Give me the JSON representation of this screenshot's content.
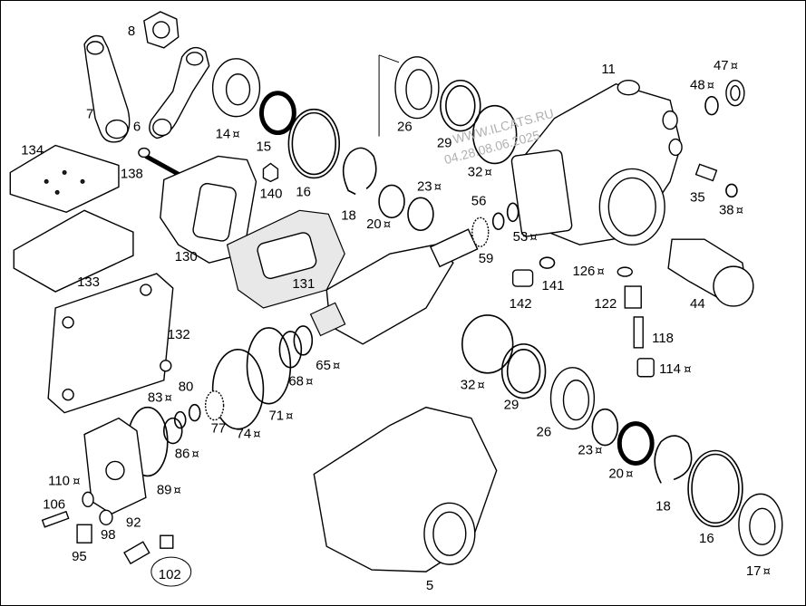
{
  "watermark": {
    "site": "WWW.ILCATS.RU",
    "date": "04.28.08.06.2025"
  },
  "parts": [
    {
      "id": "p8",
      "label": "8",
      "marked": false
    },
    {
      "id": "p7",
      "label": "7",
      "marked": false
    },
    {
      "id": "p6",
      "label": "6",
      "marked": false
    },
    {
      "id": "p14",
      "label": "14",
      "marked": true
    },
    {
      "id": "p15",
      "label": "15",
      "marked": false
    },
    {
      "id": "p16a",
      "label": "16",
      "marked": false
    },
    {
      "id": "p18a",
      "label": "18",
      "marked": false
    },
    {
      "id": "p26a",
      "label": "26",
      "marked": false
    },
    {
      "id": "p29a",
      "label": "29",
      "marked": false
    },
    {
      "id": "p32a",
      "label": "32",
      "marked": true
    },
    {
      "id": "p11",
      "label": "11",
      "marked": false
    },
    {
      "id": "p47",
      "label": "47",
      "marked": true
    },
    {
      "id": "p48",
      "label": "48",
      "marked": true
    },
    {
      "id": "p134",
      "label": "134",
      "marked": false
    },
    {
      "id": "p138",
      "label": "138",
      "marked": false
    },
    {
      "id": "p140",
      "label": "140",
      "marked": false
    },
    {
      "id": "p23a",
      "label": "23",
      "marked": true
    },
    {
      "id": "p20a",
      "label": "20",
      "marked": true
    },
    {
      "id": "p56",
      "label": "56",
      "marked": false
    },
    {
      "id": "p53",
      "label": "53",
      "marked": true
    },
    {
      "id": "p35",
      "label": "35",
      "marked": false
    },
    {
      "id": "p38",
      "label": "38",
      "marked": true
    },
    {
      "id": "p130",
      "label": "130",
      "marked": false
    },
    {
      "id": "p59",
      "label": "59",
      "marked": false
    },
    {
      "id": "p126",
      "label": "126",
      "marked": true
    },
    {
      "id": "p133",
      "label": "133",
      "marked": false
    },
    {
      "id": "p131",
      "label": "131",
      "marked": false
    },
    {
      "id": "p141",
      "label": "141",
      "marked": false
    },
    {
      "id": "p142",
      "label": "142",
      "marked": false
    },
    {
      "id": "p122",
      "label": "122",
      "marked": false
    },
    {
      "id": "p44",
      "label": "44",
      "marked": false
    },
    {
      "id": "p132",
      "label": "132",
      "marked": false
    },
    {
      "id": "p118",
      "label": "118",
      "marked": false
    },
    {
      "id": "p65",
      "label": "65",
      "marked": true
    },
    {
      "id": "p114",
      "label": "114",
      "marked": true
    },
    {
      "id": "p68",
      "label": "68",
      "marked": true
    },
    {
      "id": "p32b",
      "label": "32",
      "marked": true
    },
    {
      "id": "p83",
      "label": "83",
      "marked": true
    },
    {
      "id": "p80",
      "label": "80",
      "marked": false
    },
    {
      "id": "p29b",
      "label": "29",
      "marked": false
    },
    {
      "id": "p71",
      "label": "71",
      "marked": true
    },
    {
      "id": "p77",
      "label": "77",
      "marked": false
    },
    {
      "id": "p74",
      "label": "74",
      "marked": true
    },
    {
      "id": "p26b",
      "label": "26",
      "marked": false
    },
    {
      "id": "p86",
      "label": "86",
      "marked": true
    },
    {
      "id": "p23b",
      "label": "23",
      "marked": true
    },
    {
      "id": "p20b",
      "label": "20",
      "marked": true
    },
    {
      "id": "p110",
      "label": "110",
      "marked": true
    },
    {
      "id": "p89",
      "label": "89",
      "marked": true
    },
    {
      "id": "p106",
      "label": "106",
      "marked": false
    },
    {
      "id": "p18b",
      "label": "18",
      "marked": false
    },
    {
      "id": "p92",
      "label": "92",
      "marked": false
    },
    {
      "id": "p98",
      "label": "98",
      "marked": false
    },
    {
      "id": "p95",
      "label": "95",
      "marked": false
    },
    {
      "id": "p16b",
      "label": "16",
      "marked": false
    },
    {
      "id": "p102",
      "label": "102",
      "marked": false
    },
    {
      "id": "p5",
      "label": "5",
      "marked": false
    },
    {
      "id": "p17",
      "label": "17",
      "marked": true
    }
  ],
  "marker_symbol": "¤"
}
